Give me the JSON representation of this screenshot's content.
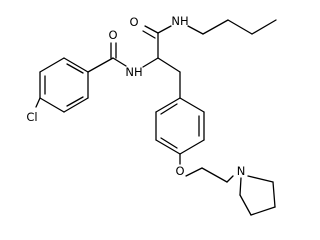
{
  "molecule": {
    "atoms": {
      "chlorine": "Cl",
      "amide_oxygen_left": "O",
      "amide_nitrogen_left": "NH",
      "amide_oxygen_right": "O",
      "amide_nitrogen_right": "NH",
      "ether_oxygen": "O",
      "pyrrolidine_nitrogen": "N"
    },
    "colors": {
      "bond": "#000000",
      "label": "#000000",
      "background": "#ffffff"
    }
  }
}
